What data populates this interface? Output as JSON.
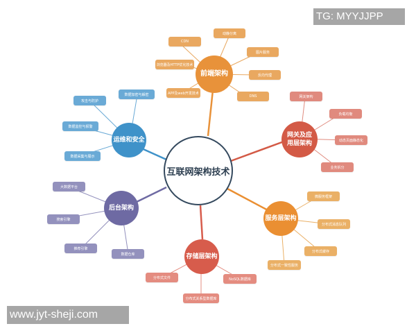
{
  "watermarks": {
    "top_right": "TG: MYYJJPP",
    "bottom_left": "www.jyt-sheji.com"
  },
  "center": {
    "label": "互联网架构技术"
  },
  "branches": [
    {
      "label": "前端架构",
      "color": "#e8923a",
      "leaf_color": "#e9a860",
      "children": [
        "CDN",
        "动静分离",
        "图片服务",
        "反向代理",
        "DNS",
        "APP及web开发技术",
        "浏览器及HTTP优化技术"
      ]
    },
    {
      "label": "网关及应用层架构",
      "color": "#d35a46",
      "leaf_color": "#e08a7e",
      "children": [
        "网关架构",
        "负载均衡",
        "动态页面静态化",
        "业务拆分"
      ]
    },
    {
      "label": "服务层架构",
      "color": "#ea8f32",
      "leaf_color": "#eab066",
      "children": [
        "微服务框架",
        "分布式消息队列",
        "分布式缓存",
        "分布式一致性服务"
      ]
    },
    {
      "label": "存储层架构",
      "color": "#d75c4c",
      "leaf_color": "#e48c80",
      "children": [
        "分布式文件",
        "分布式关系型数据库",
        "NoSQL数据库"
      ]
    },
    {
      "label": "后台架构",
      "color": "#6e6aa3",
      "leaf_color": "#9391bd",
      "children": [
        "大数据平台",
        "搜索引擎",
        "推荐引擎",
        "数据仓库"
      ]
    },
    {
      "label": "运维和安全",
      "color": "#3f92c9",
      "leaf_color": "#6aaad6",
      "children": [
        "数据加密与解密",
        "攻击与防护",
        "数据监控与报警",
        "数据采集与展示"
      ]
    }
  ]
}
